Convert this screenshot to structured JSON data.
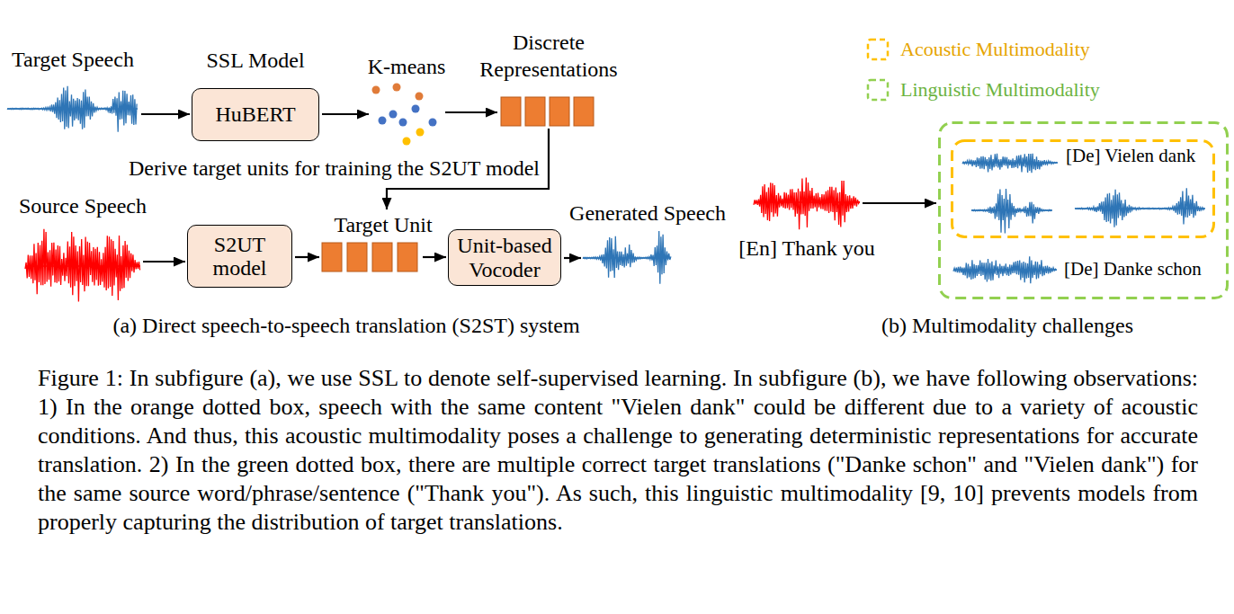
{
  "diagram": {
    "caption": "Figure 1: In subfigure (a), we use SSL to denote self-supervised learning. In subfigure (b), we have following observations: 1) In the orange dotted box, speech with the same content \"Vielen dank\" could be different due to a variety of acoustic conditions. And thus, this acoustic multimodality poses a challenge to generating deterministic representations for accurate translation. 2) In the green dotted box, there are multiple correct target translations (\"Danke schon\" and \"Vielen dank\") for the same source word/phrase/sentence (\"Thank you\"). As such, this linguistic multimodality [9, 10] prevents models from properly capturing the distribution of target translations.",
    "nodes": [
      {
        "text": [
          "Target Speech"
        ]
      },
      {
        "text": [
          "SSL Model",
          "HuBERT"
        ]
      },
      {
        "text": [
          "K-means"
        ]
      },
      {
        "text": [
          "Discrete Representations"
        ]
      },
      {
        "text": [
          "Source Speech"
        ]
      },
      {
        "text": [
          "S2UT model"
        ]
      },
      {
        "text": [
          "Target Unit"
        ]
      },
      {
        "text": [
          "Unit-based Vocoder"
        ]
      },
      {
        "text": [
          "Generated Speech"
        ]
      },
      {
        "text": [
          "[En] Thank you"
        ]
      },
      {
        "text": [
          "[De] Danke schon"
        ]
      },
      {
        "text": [
          "[De] Vielen dank"
        ],
        "in": 10
      }
    ],
    "edges": [
      {
        "from": 0,
        "to": 1,
        "arrow": "to"
      },
      {
        "from": 1,
        "to": 2,
        "arrow": "to"
      },
      {
        "from": 2,
        "to": 3,
        "arrow": "to"
      },
      {
        "from": 3,
        "to": 6,
        "arrow": "to",
        "label": "Derive target units for training the S2UT model"
      },
      {
        "from": 4,
        "to": 5,
        "arrow": "to"
      },
      {
        "from": 5,
        "to": 6,
        "arrow": "to"
      },
      {
        "from": 6,
        "to": 7,
        "arrow": "to"
      },
      {
        "from": 7,
        "to": 8,
        "arrow": "to"
      },
      {
        "from": 9,
        "to": 10,
        "arrow": "to"
      }
    ],
    "labels": [
      "(a) Direct speech-to-speech translation (S2ST) system",
      "(b) Multimodality challenges"
    ],
    "legend": [
      {
        "text": "Acoustic Multimodality"
      },
      {
        "text": "Linguistic Multimodality"
      }
    ]
  }
}
